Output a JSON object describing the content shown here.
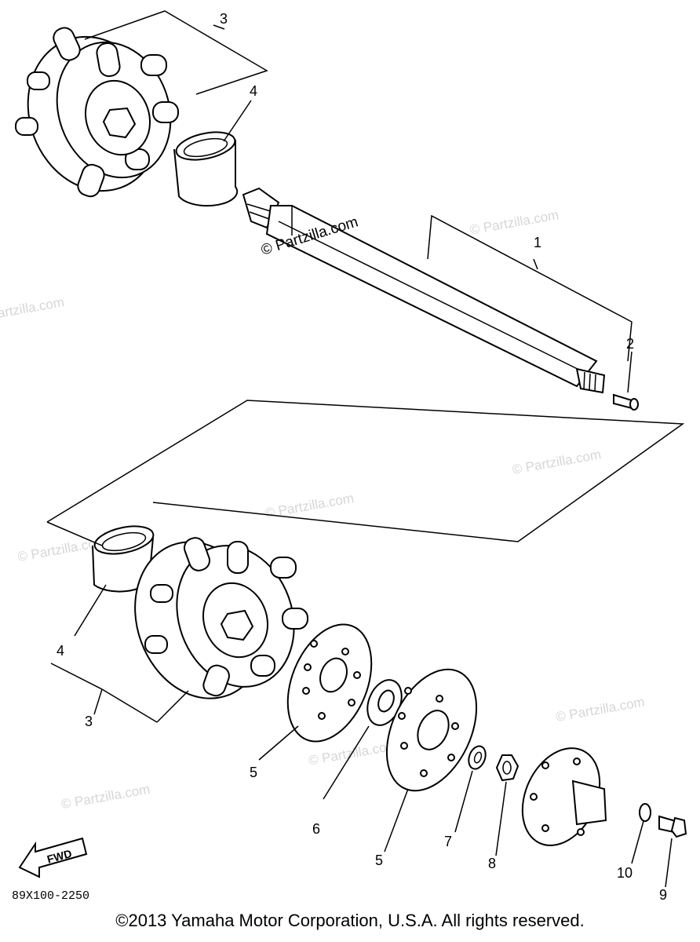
{
  "diagram": {
    "callouts": {
      "c1": "1",
      "c2": "2",
      "c3_top": "3",
      "c4_top": "4",
      "c4_bottom": "4",
      "c3_bottom": "3",
      "c5_left": "5",
      "c6": "6",
      "c5_right": "5",
      "c7": "7",
      "c8": "8",
      "c10": "10",
      "c9": "9"
    },
    "fwd_label": "FWD",
    "part_code": "89X100-2250",
    "watermark_main": "© Partzilla.com",
    "watermark_faint": "© Partzilla.com"
  },
  "footer": {
    "copyright": "©2013 Yamaha Motor Corporation, U.S.A. All rights reserved."
  }
}
